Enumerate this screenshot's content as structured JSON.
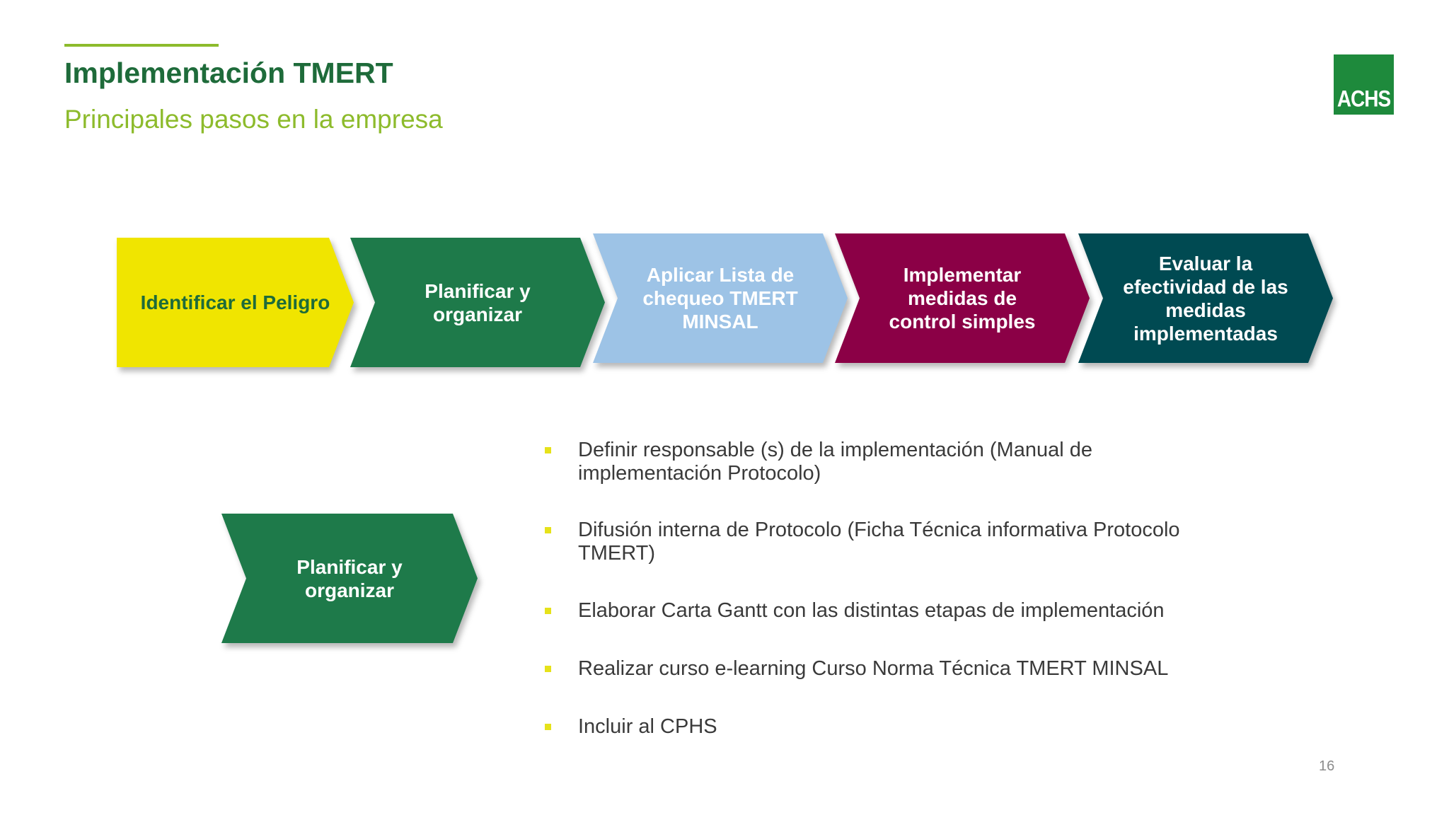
{
  "header": {
    "title": "Implementación TMERT",
    "subtitle": "Principales pasos en la empresa"
  },
  "logo": {
    "text": "ACHS",
    "color": "#1e8a3c"
  },
  "steps": [
    {
      "lines": [
        "Identificar el Peligro"
      ],
      "fill": "#f0e500",
      "text_color": "#1e6b3a"
    },
    {
      "lines": [
        "Planificar y",
        "organizar"
      ],
      "fill": "#1e7a4a",
      "text_color": "#ffffff"
    },
    {
      "lines": [
        "Aplicar Lista de",
        "chequeo TMERT",
        "MINSAL"
      ],
      "fill": "#9dc3e6",
      "text_color": "#ffffff"
    },
    {
      "lines": [
        "Implementar",
        "medidas de",
        "control simples"
      ],
      "fill": "#8b0046",
      "text_color": "#ffffff"
    },
    {
      "lines": [
        "Evaluar la",
        "efectividad de las",
        "medidas",
        "implementadas"
      ],
      "fill": "#004a52",
      "text_color": "#ffffff"
    }
  ],
  "focus_step": {
    "lines": [
      "Planificar y",
      "organizar"
    ],
    "fill": "#1e7a4a",
    "text_color": "#ffffff"
  },
  "bullets": [
    {
      "lines": [
        "Definir responsable (s) de la implementación (Manual de",
        "implementación Protocolo)"
      ]
    },
    {
      "lines": [
        "Difusión interna de Protocolo (Ficha Técnica informativa Protocolo",
        "TMERT)"
      ]
    },
    {
      "lines": [
        "Elaborar Carta Gantt con las distintas etapas de implementación"
      ]
    },
    {
      "lines": [
        "Realizar curso e-learning Curso Norma Técnica TMERT MINSAL"
      ]
    },
    {
      "lines": [
        "Incluir al CPHS"
      ]
    }
  ],
  "colors": {
    "title": "#1e6b3a",
    "subtitle": "#8dbb2c",
    "accent_line": "#8dbb2c",
    "bullet_marker": "#e6e21a",
    "body_text": "#3a3a3a"
  },
  "footer": {
    "page_number": "16"
  }
}
